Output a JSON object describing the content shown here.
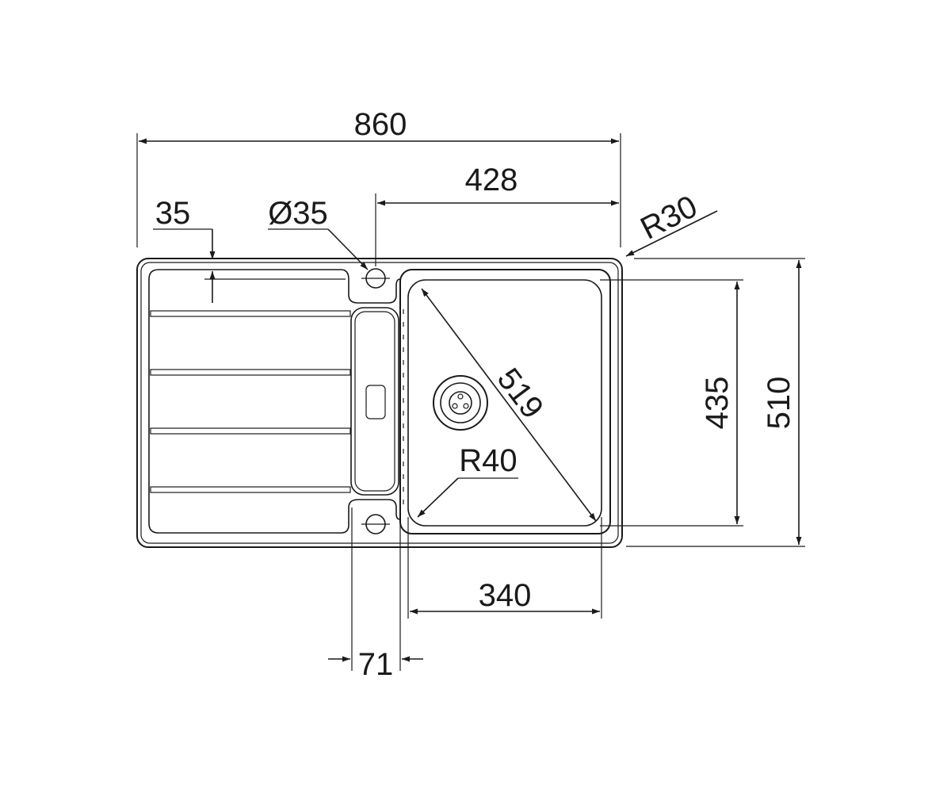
{
  "dimensions": {
    "overall_width": "860",
    "bowl_offset": "428",
    "drainer_edge": "35",
    "tap_hole": "Ø35",
    "corner_radius": "R30",
    "bowl_diagonal": "519",
    "bowl_radius": "R40",
    "bowl_depth": "435",
    "overall_depth": "510",
    "bowl_width": "340",
    "divider_width": "71"
  },
  "colors": {
    "line": "#1a1a1a",
    "background": "#ffffff"
  }
}
